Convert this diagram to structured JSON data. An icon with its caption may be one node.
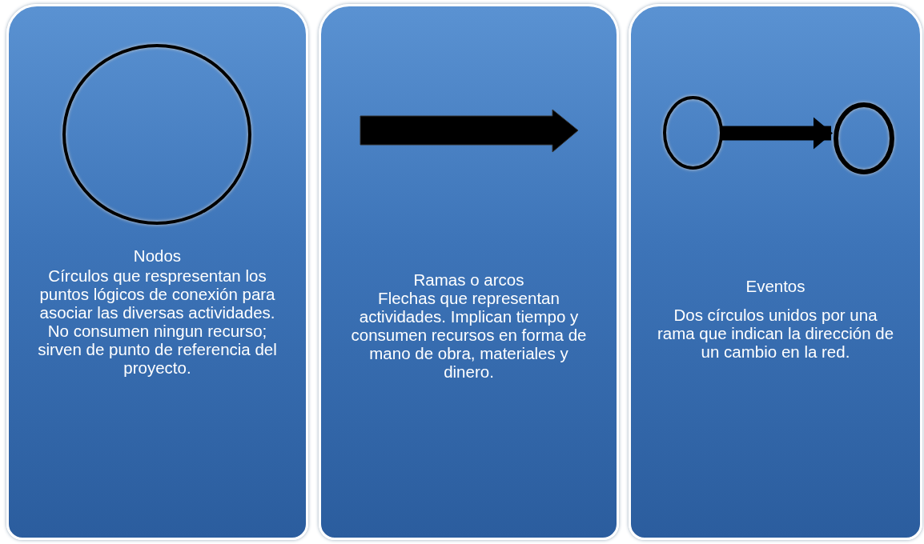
{
  "diagram": {
    "nodes": [
      {
        "text": [
          "Nodos",
          "Círculos que respresentan los puntos lógicos de conexión para asociar las diversas actividades. No consumen ningun recurso; sirven de punto de referencia del proyecto."
        ]
      },
      {
        "text": [],
        "shape": "circle",
        "in": 0
      },
      {
        "text": [
          "Ramas o arcos",
          "Flechas que representan actividades. Implican tiempo y consumen recursos en forma de mano de obra, materiales y dinero."
        ]
      },
      {
        "text": [
          "Eventos",
          "Dos círculos unidos por una rama que indican la dirección de un cambio en la red."
        ]
      },
      {
        "text": [],
        "shape": "circle",
        "in": 3
      },
      {
        "text": [],
        "shape": "circle",
        "in": 3
      }
    ],
    "edges": [
      {
        "from": 4,
        "to": 5,
        "arrow": "to"
      }
    ]
  }
}
